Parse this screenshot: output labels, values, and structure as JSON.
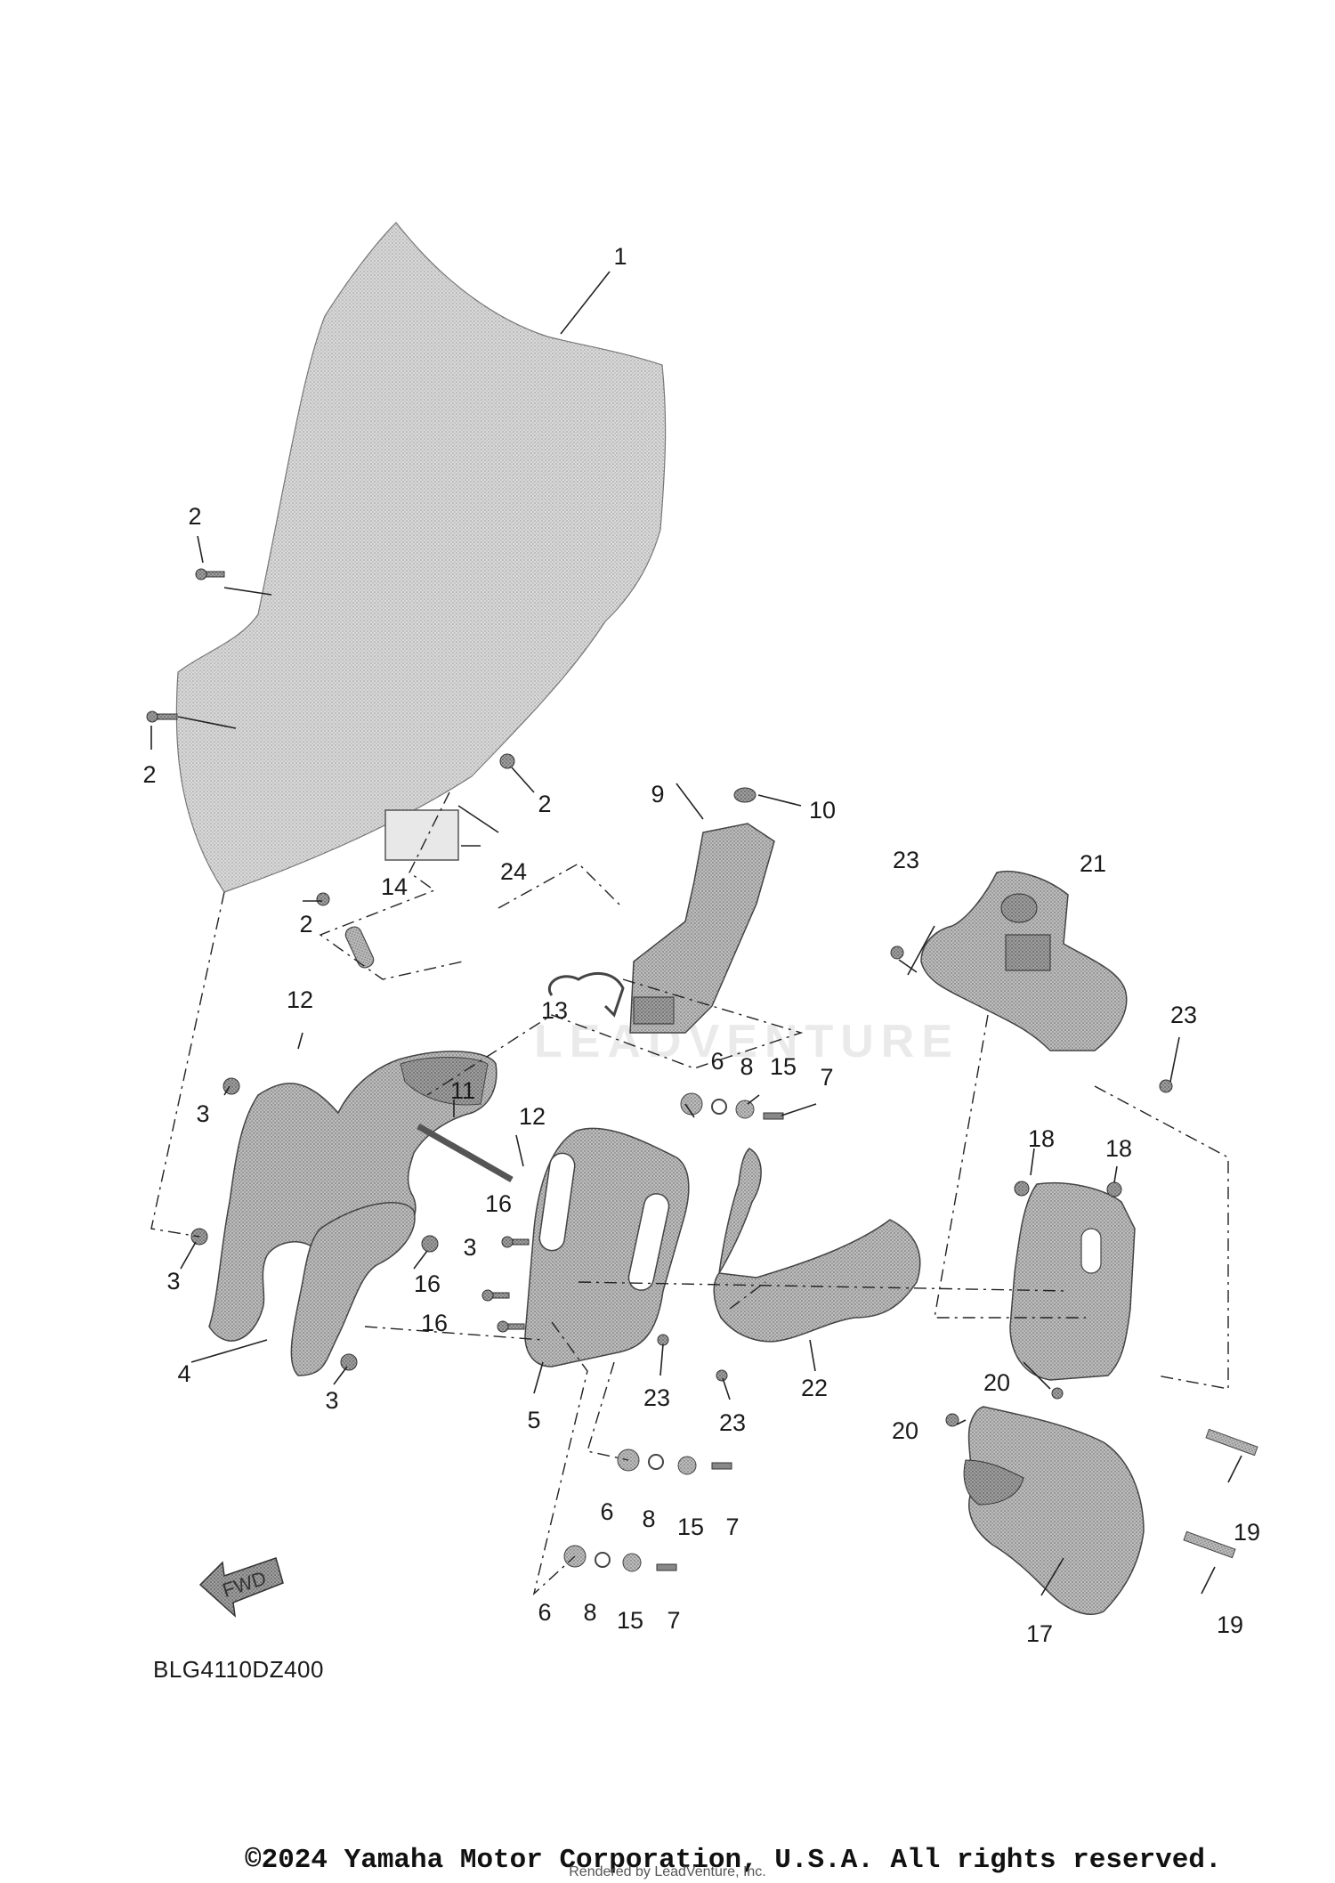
{
  "diagram": {
    "part_code": "BLG4110DZ400",
    "watermark": "LEADVENTURE",
    "fwd_label": "FWD",
    "copyright": "©2024 Yamaha Motor Corporation, U.S.A. All rights reserved.",
    "rendered_by": "Rendered by LeadVenture, Inc."
  },
  "callouts": [
    {
      "id": "c1",
      "text": "1"
    },
    {
      "id": "c2a",
      "text": "2"
    },
    {
      "id": "c2b",
      "text": "2"
    },
    {
      "id": "c2c",
      "text": "2"
    },
    {
      "id": "c2d",
      "text": "2"
    },
    {
      "id": "c3a",
      "text": "3"
    },
    {
      "id": "c3b",
      "text": "3"
    },
    {
      "id": "c3c",
      "text": "3"
    },
    {
      "id": "c3d",
      "text": "3"
    },
    {
      "id": "c4",
      "text": "4"
    },
    {
      "id": "c5",
      "text": "5"
    },
    {
      "id": "c6a",
      "text": "6"
    },
    {
      "id": "c6b",
      "text": "6"
    },
    {
      "id": "c6c",
      "text": "6"
    },
    {
      "id": "c7a",
      "text": "7"
    },
    {
      "id": "c7b",
      "text": "7"
    },
    {
      "id": "c7c",
      "text": "7"
    },
    {
      "id": "c8a",
      "text": "8"
    },
    {
      "id": "c8b",
      "text": "8"
    },
    {
      "id": "c8c",
      "text": "8"
    },
    {
      "id": "c9",
      "text": "9"
    },
    {
      "id": "c10",
      "text": "10"
    },
    {
      "id": "c11",
      "text": "11"
    },
    {
      "id": "c12a",
      "text": "12"
    },
    {
      "id": "c12b",
      "text": "12"
    },
    {
      "id": "c13",
      "text": "13"
    },
    {
      "id": "c14",
      "text": "14"
    },
    {
      "id": "c15a",
      "text": "15"
    },
    {
      "id": "c15b",
      "text": "15"
    },
    {
      "id": "c15c",
      "text": "15"
    },
    {
      "id": "c16a",
      "text": "16"
    },
    {
      "id": "c16b",
      "text": "16"
    },
    {
      "id": "c16c",
      "text": "16"
    },
    {
      "id": "c17",
      "text": "17"
    },
    {
      "id": "c18a",
      "text": "18"
    },
    {
      "id": "c18b",
      "text": "18"
    },
    {
      "id": "c19a",
      "text": "19"
    },
    {
      "id": "c19b",
      "text": "19"
    },
    {
      "id": "c20a",
      "text": "20"
    },
    {
      "id": "c20b",
      "text": "20"
    },
    {
      "id": "c21",
      "text": "21"
    },
    {
      "id": "c22",
      "text": "22"
    },
    {
      "id": "c23a",
      "text": "23"
    },
    {
      "id": "c23b",
      "text": "23"
    },
    {
      "id": "c23c",
      "text": "23"
    },
    {
      "id": "c23d",
      "text": "23"
    },
    {
      "id": "c24",
      "text": "24"
    }
  ]
}
